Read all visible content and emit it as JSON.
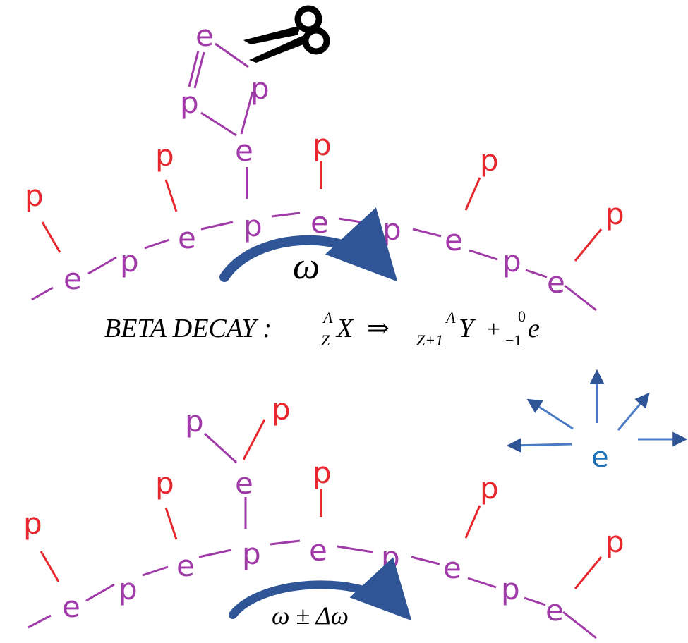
{
  "colors": {
    "chain_p": "#a03aa8",
    "side_p": "#e8262e",
    "bond": "#a03aa8",
    "side_bond": "#e8262e",
    "arrow": "#2f5597",
    "electron": "#1f6fb5",
    "text": "#000000"
  },
  "labels": {
    "p": "p",
    "e": "e"
  },
  "top_chain": {
    "rotation_symbol": "ω",
    "cut_icon": "scissors-icon"
  },
  "equation": {
    "prefix": "BETA DECAY :",
    "parent_mass": "A",
    "parent_charge": "Z",
    "parent_symbol": "X",
    "implies": "⇒",
    "daughter_mass": "A",
    "daughter_charge": "Z+1",
    "daughter_symbol": "Y",
    "plus": "+",
    "electron_mass": "0",
    "electron_charge": "−1",
    "electron_symbol": "e"
  },
  "bottom_chain": {
    "rotation_symbol": "ω ± Δω"
  },
  "emitted_electron": {
    "label": "e"
  }
}
